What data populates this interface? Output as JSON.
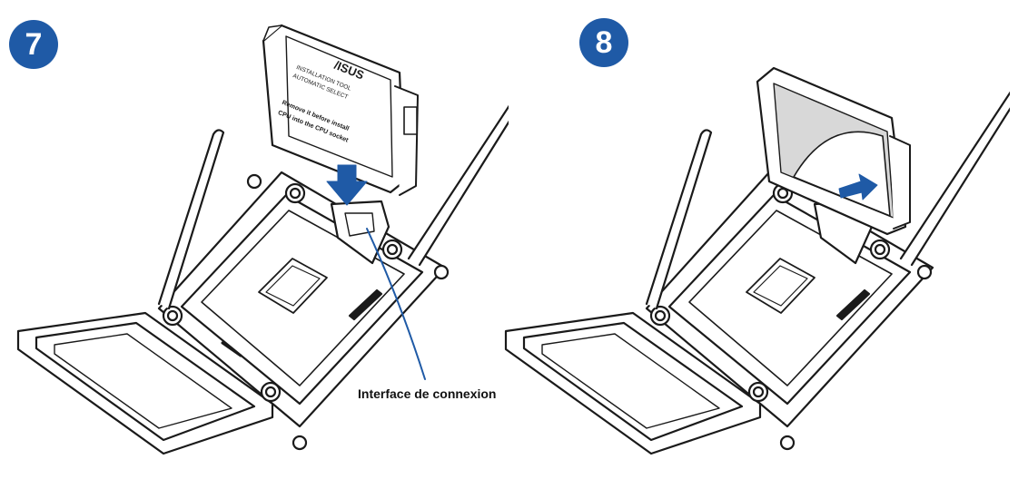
{
  "steps": [
    {
      "number": "7"
    },
    {
      "number": "8"
    }
  ],
  "callout": {
    "label": "Interface de connexion"
  },
  "tool": {
    "brand": "/ISUS",
    "text_line_1": "INSTALLATION TOOL",
    "text_line_2": "AUTOMATIC SELECT",
    "text_line_3": "Remove it before install",
    "text_line_4": "CPU into the CPU socket"
  },
  "colors": {
    "badge": "#1f5aa6",
    "arrow": "#1f5aa6",
    "line": "#1a1a1a",
    "fill": "#ffffff"
  }
}
